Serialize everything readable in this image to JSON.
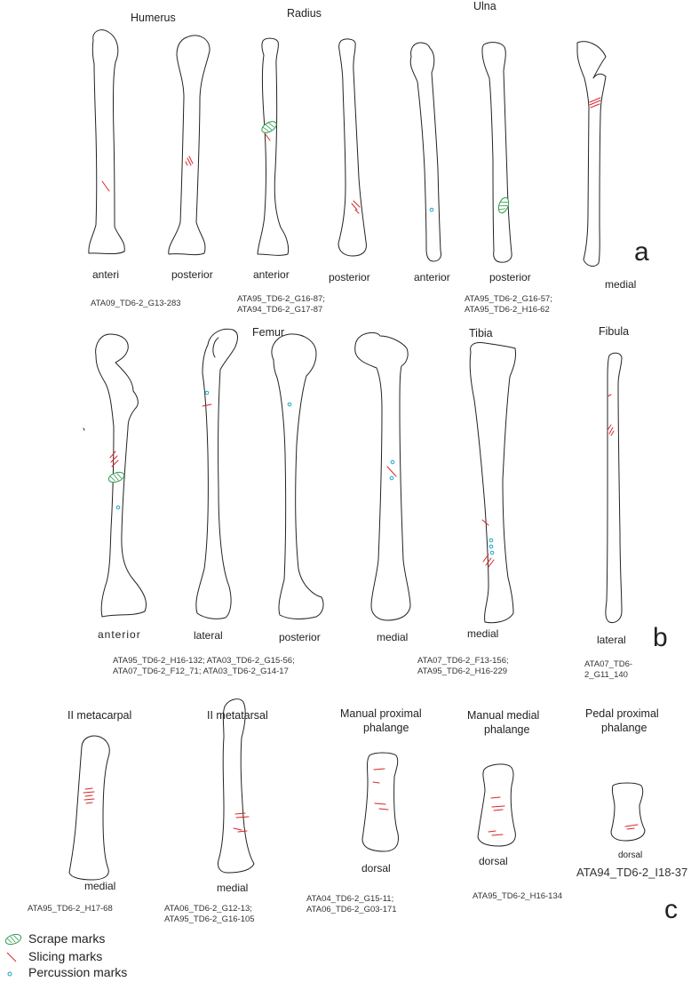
{
  "colors": {
    "outline": "#222222",
    "scrape": "#2e9a4e",
    "slice": "#d8262a",
    "percussion": "#1aa6c8"
  },
  "panel_a": {
    "titles": {
      "humerus": "Humerus",
      "radius": "Radius",
      "ulna": "Ulna"
    },
    "views": [
      "anteri",
      "posterior",
      "anterior",
      "posterior",
      "anterior",
      "posterior",
      "medial"
    ],
    "panel_letter": "a",
    "captions": {
      "humerus": [
        "ATA09_TD6-2_G13-283"
      ],
      "radius": [
        "ATA95_TD6-2_G16-87;",
        "ATA94_TD6-2_G17-87"
      ],
      "ulna": [
        "ATA95_TD6-2_G16-57;",
        "ATA95_TD6-2_H16-62"
      ]
    }
  },
  "panel_b": {
    "titles": {
      "femur": "Femur",
      "tibia": "Tibia",
      "fibula": "Fibula"
    },
    "views": [
      "anterior",
      "lateral",
      "posterior",
      "medial",
      "medial",
      "lateral"
    ],
    "panel_letter": "b",
    "captions": {
      "femur": [
        "ATA95_TD6-2_H16-132; ATA03_TD6-2_G15-56;",
        "ATA07_TD6-2_F12_71; ATA03_TD6-2_G14-17"
      ],
      "tibia": [
        "ATA07_TD6-2_F13-156;",
        "ATA95_TD6-2_H16-229"
      ],
      "fibula": [
        "ATA07_TD6-",
        "2_G11_140"
      ]
    }
  },
  "panel_c": {
    "titles": {
      "metacarpal": "II metacarpal",
      "metatarsal": "II metatarsal",
      "manual_proximal": [
        "Manual proximal",
        "phalange"
      ],
      "manual_medial": [
        "Manual medial",
        "phalange"
      ],
      "pedal_proximal": [
        "Pedal proximal",
        "phalange"
      ]
    },
    "views": [
      "medial",
      "medial",
      "dorsal",
      "dorsal",
      "dorsal"
    ],
    "panel_letter": "c",
    "captions": {
      "metacarpal": [
        "ATA95_TD6-2_H17-68"
      ],
      "metatarsal": [
        "ATA06_TD6-2_G12-13;",
        "ATA95_TD6-2_G16-105"
      ],
      "manual_proximal": [
        "ATA04_TD6-2_G15-11;",
        "ATA06_TD6-2_G03-171"
      ],
      "manual_medial": [
        "ATA95_TD6-2_H16-134"
      ],
      "pedal_proximal": [
        "ATA94_TD6-2_I18-37"
      ]
    }
  },
  "legend": {
    "scrape": "Scrape marks",
    "slice": "Slicing marks",
    "percussion": "Percussion marks"
  }
}
